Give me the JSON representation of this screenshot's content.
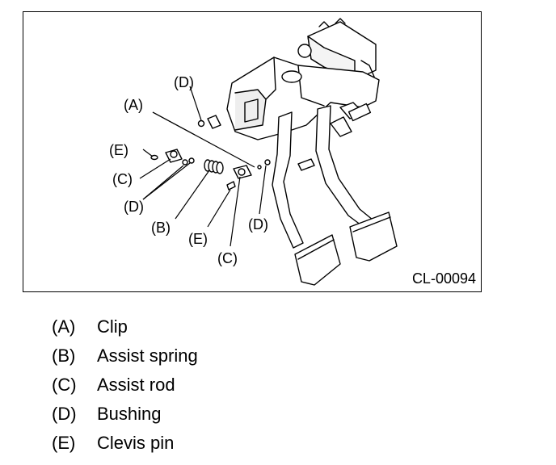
{
  "figure": {
    "code": "CL-00094",
    "callouts": [
      {
        "id": "a",
        "text": "(A)"
      },
      {
        "id": "d_top",
        "text": "(D)"
      },
      {
        "id": "e_left",
        "text": "(E)"
      },
      {
        "id": "c_left",
        "text": "(C)"
      },
      {
        "id": "d_left",
        "text": "(D)"
      },
      {
        "id": "b",
        "text": "(B)"
      },
      {
        "id": "e_bottom",
        "text": "(E)"
      },
      {
        "id": "c_bottom",
        "text": "(C)"
      },
      {
        "id": "d_right",
        "text": "(D)"
      }
    ]
  },
  "legend": [
    {
      "key": "(A)",
      "label": "Clip"
    },
    {
      "key": "(B)",
      "label": "Assist spring"
    },
    {
      "key": "(C)",
      "label": "Assist rod"
    },
    {
      "key": "(D)",
      "label": "Bushing"
    },
    {
      "key": "(E)",
      "label": "Clevis pin"
    }
  ]
}
